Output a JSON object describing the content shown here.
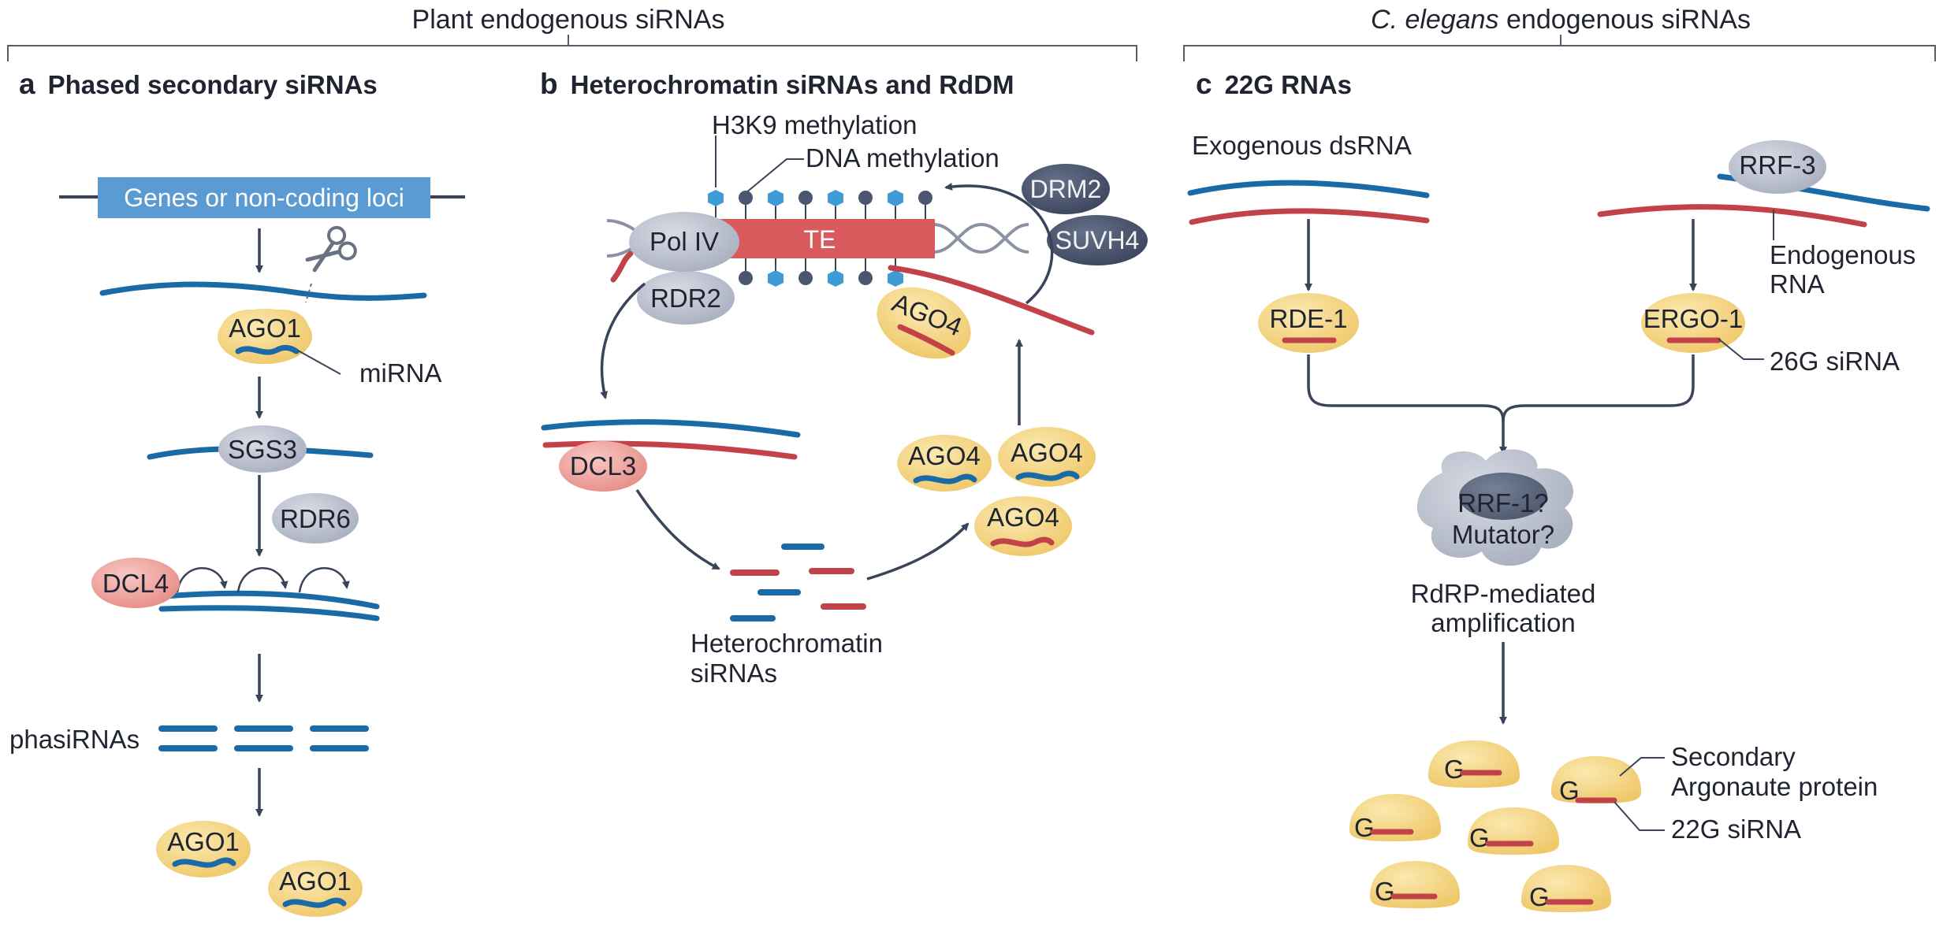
{
  "headers": {
    "plant": "Plant endogenous siRNAs",
    "celegans_italic": "C. elegans",
    "celegans_rest": " endogenous siRNAs"
  },
  "panel_a": {
    "letter": "a",
    "title": "Phased secondary siRNAs",
    "gene_box": "Genes or non-coding loci",
    "ago1_top": "AGO1",
    "mirna": "miRNA",
    "sgs3": "SGS3",
    "rdr6": "RDR6",
    "dcl4": "DCL4",
    "phasirnas": "phasiRNAs",
    "ago1_bottom_left": "AGO1",
    "ago1_bottom_right": "AGO1"
  },
  "panel_b": {
    "letter": "b",
    "title": "Heterochromatin siRNAs and RdDM",
    "h3k9": "H3K9 methylation",
    "dna_meth": "DNA methylation",
    "te": "TE",
    "pol4": "Pol IV",
    "rdr2": "RDR2",
    "drm2": "DRM2",
    "suvh4": "SUVH4",
    "ago4_bound": "AGO4",
    "dcl3": "DCL3",
    "hetero_line1": "Heterochromatin",
    "hetero_line2": "siRNAs",
    "ago4_a": "AGO4",
    "ago4_b": "AGO4",
    "ago4_c": "AGO4"
  },
  "panel_c": {
    "letter": "c",
    "title": "22G RNAs",
    "exo": "Exogenous dsRNA",
    "rrf3": "RRF-3",
    "endo_line1": "Endogenous",
    "endo_line2": "RNA",
    "rde1": "RDE-1",
    "ergo1": "ERGO-1",
    "sirna26g": "26G siRNA",
    "rrf1": "RRF-1?",
    "mutator": "Mutator?",
    "rdrp_line1": "RdRP-mediated",
    "rdrp_line2": "amplification",
    "g_label": "G",
    "secondary_line1": "Secondary",
    "secondary_line2": "Argonaute protein",
    "sirna22g": "22G siRNA"
  },
  "colors": {
    "blue_strand": "#1a6aa8",
    "red_strand": "#c2424a",
    "gene_box": "#5b9bd3",
    "te_box": "#d9595d",
    "ago_fill": "#f6dc8f",
    "grey_protein": "#c3c8d4",
    "dark_protein": "#4a5670",
    "dcl_pink": "#f2a7a3",
    "arrow": "#3a4458"
  }
}
